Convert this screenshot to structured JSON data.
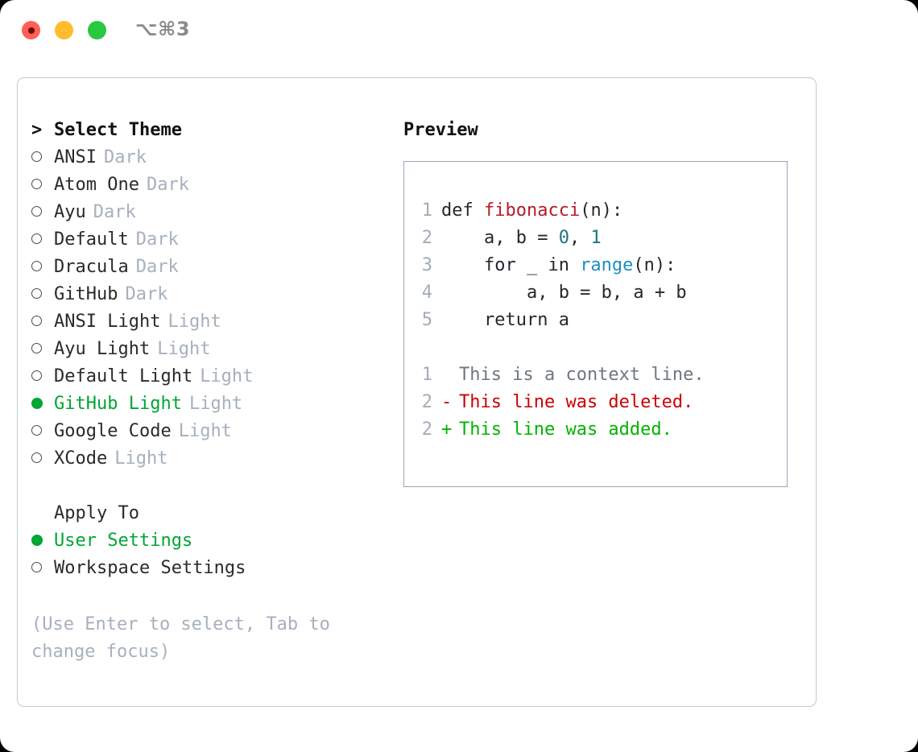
{
  "window": {
    "shortcut_label": "⌥⌘3",
    "traffic_lights": [
      {
        "name": "close",
        "color": "#ff5f57"
      },
      {
        "name": "minimize",
        "color": "#febc2e"
      },
      {
        "name": "zoom",
        "color": "#28c840"
      }
    ]
  },
  "theme_selector": {
    "caret": ">",
    "title": "Select Theme",
    "selected_index": 9,
    "items": [
      {
        "name": "ANSI",
        "variant": "Dark",
        "selected": false
      },
      {
        "name": "Atom One",
        "variant": "Dark",
        "selected": false
      },
      {
        "name": "Ayu",
        "variant": "Dark",
        "selected": false
      },
      {
        "name": "Default",
        "variant": "Dark",
        "selected": false
      },
      {
        "name": "Dracula",
        "variant": "Dark",
        "selected": false
      },
      {
        "name": "GitHub",
        "variant": "Dark",
        "selected": false
      },
      {
        "name": "ANSI Light",
        "variant": "Light",
        "selected": false
      },
      {
        "name": "Ayu Light",
        "variant": "Light",
        "selected": false
      },
      {
        "name": "Default Light",
        "variant": "Light",
        "selected": false
      },
      {
        "name": "GitHub Light",
        "variant": "Light",
        "selected": true
      },
      {
        "name": "Google Code",
        "variant": "Light",
        "selected": false
      },
      {
        "name": "XCode",
        "variant": "Light",
        "selected": false
      }
    ]
  },
  "apply_to": {
    "title": "Apply To",
    "options": [
      {
        "name": "User Settings",
        "selected": true
      },
      {
        "name": "Workspace Settings",
        "selected": false
      }
    ]
  },
  "hint": "(Use Enter to select, Tab to change focus)",
  "preview": {
    "title": "Preview",
    "code": {
      "lines": [
        {
          "no": "1",
          "parts": [
            {
              "t": "def ",
              "c": "plain"
            },
            {
              "t": "fibonacci",
              "c": "fn"
            },
            {
              "t": "(n):",
              "c": "plain"
            }
          ]
        },
        {
          "no": "2",
          "parts": [
            {
              "t": "    a, b = ",
              "c": "plain"
            },
            {
              "t": "0",
              "c": "num"
            },
            {
              "t": ", ",
              "c": "plain"
            },
            {
              "t": "1",
              "c": "num"
            }
          ]
        },
        {
          "no": "3",
          "parts": [
            {
              "t": "    for _ in ",
              "c": "plain"
            },
            {
              "t": "range",
              "c": "call"
            },
            {
              "t": "(n):",
              "c": "plain"
            }
          ]
        },
        {
          "no": "4",
          "parts": [
            {
              "t": "        a, b = b, a + b",
              "c": "plain"
            }
          ]
        },
        {
          "no": "5",
          "parts": [
            {
              "t": "    return a",
              "c": "plain"
            }
          ]
        }
      ]
    },
    "diff": {
      "lines": [
        {
          "no": "1",
          "sign": " ",
          "text": "This is a context line.",
          "kind": "ctx"
        },
        {
          "no": "2",
          "sign": "-",
          "text": "This line was deleted.",
          "kind": "del"
        },
        {
          "no": "2",
          "sign": "+",
          "text": "This line was added.",
          "kind": "add"
        }
      ]
    }
  },
  "colors": {
    "accent_green": "#00a634",
    "muted": "#a7b0bd",
    "diff_add": "#00b400",
    "diff_del": "#cc0000",
    "diff_ctx": "#6e7781",
    "syntax_function": "#b31d28",
    "syntax_number": "#17787f",
    "syntax_call": "#1f8fc4",
    "panel_border": "#c2c8d2",
    "preview_border": "#9aa5b4"
  }
}
